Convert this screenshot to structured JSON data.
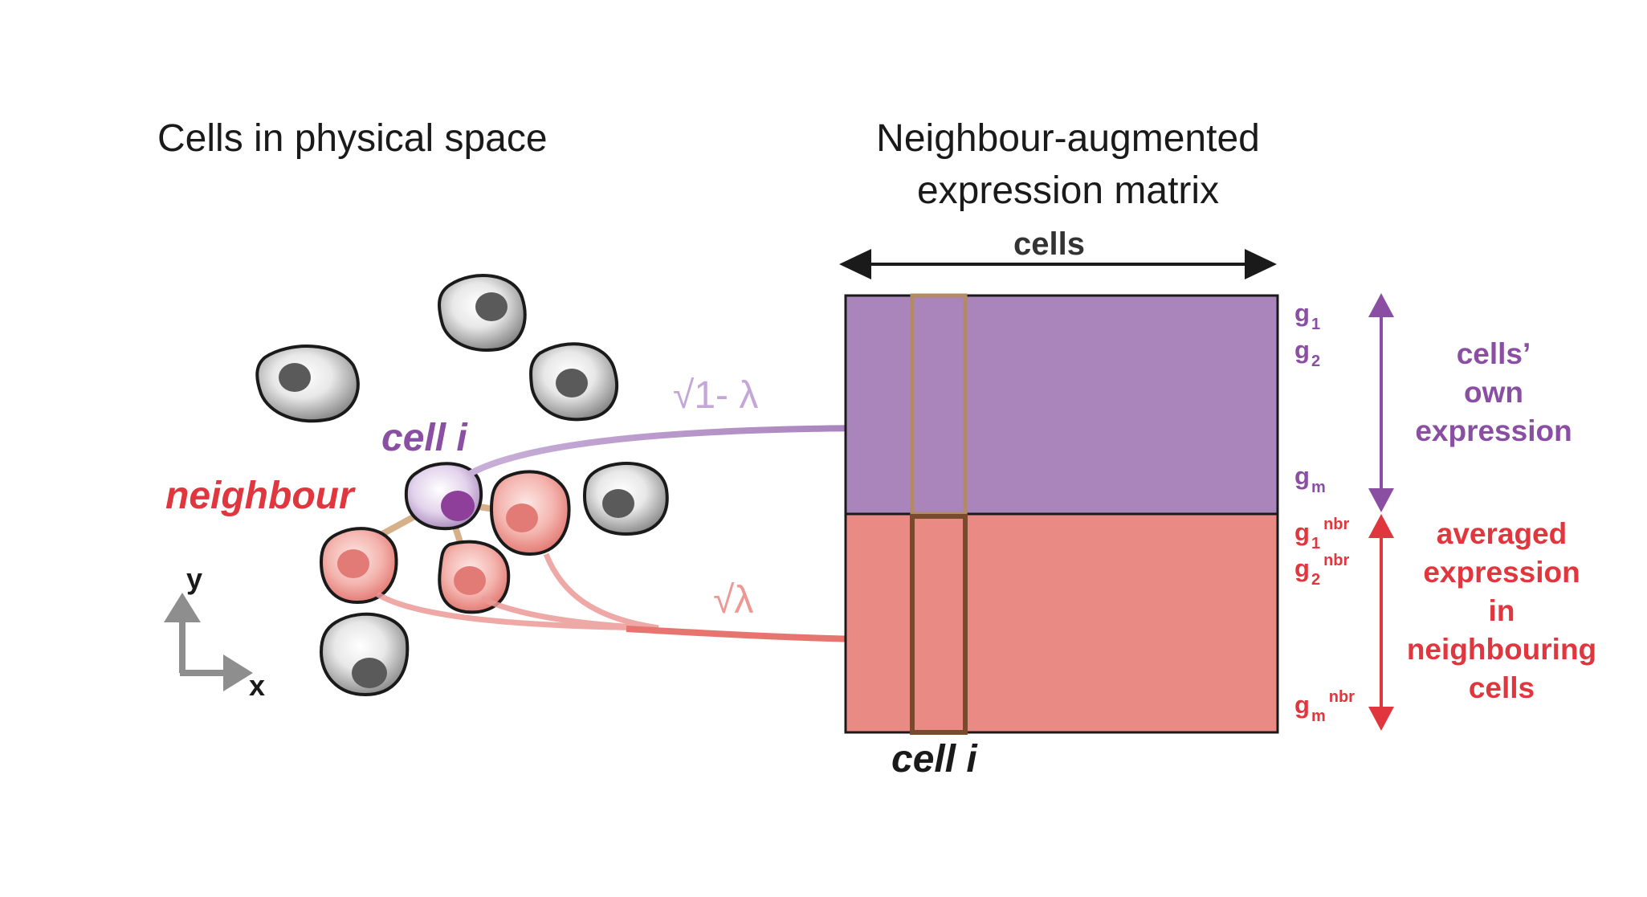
{
  "left_title": "Cells in physical space",
  "right_title_line1": "Neighbour-augmented",
  "right_title_line2": "expression matrix",
  "cells_axis_label": "cells",
  "cell_i_label": "cell i",
  "neighbour_label": "neighbour",
  "axis_y": "y",
  "axis_x": "x",
  "weight_own": "√1- λ",
  "weight_nbr": "√λ",
  "matrix_bottom_label": "cell i",
  "genes_own": [
    {
      "base": "g",
      "sub": "1"
    },
    {
      "base": "g",
      "sub": "2"
    },
    {
      "base": "g",
      "sub": "m"
    }
  ],
  "genes_nbr": [
    {
      "base": "g",
      "sub": "1",
      "sup": "nbr"
    },
    {
      "base": "g",
      "sub": "2",
      "sup": "nbr"
    },
    {
      "base": "g",
      "sub": "m",
      "sup": "nbr"
    }
  ],
  "own_expression_lines": [
    "cells’",
    "own",
    "expression"
  ],
  "nbr_expression_lines": [
    "averaged",
    "expression",
    "in",
    "neighbouring",
    "cells"
  ],
  "colors": {
    "purple": "#a985bb",
    "purple_text": "#8a4fa3",
    "red": "#e98a84",
    "red_text": "#e0363d",
    "grey_arrow": "#8e8e8e",
    "column_outline": "#7a4a2c"
  }
}
